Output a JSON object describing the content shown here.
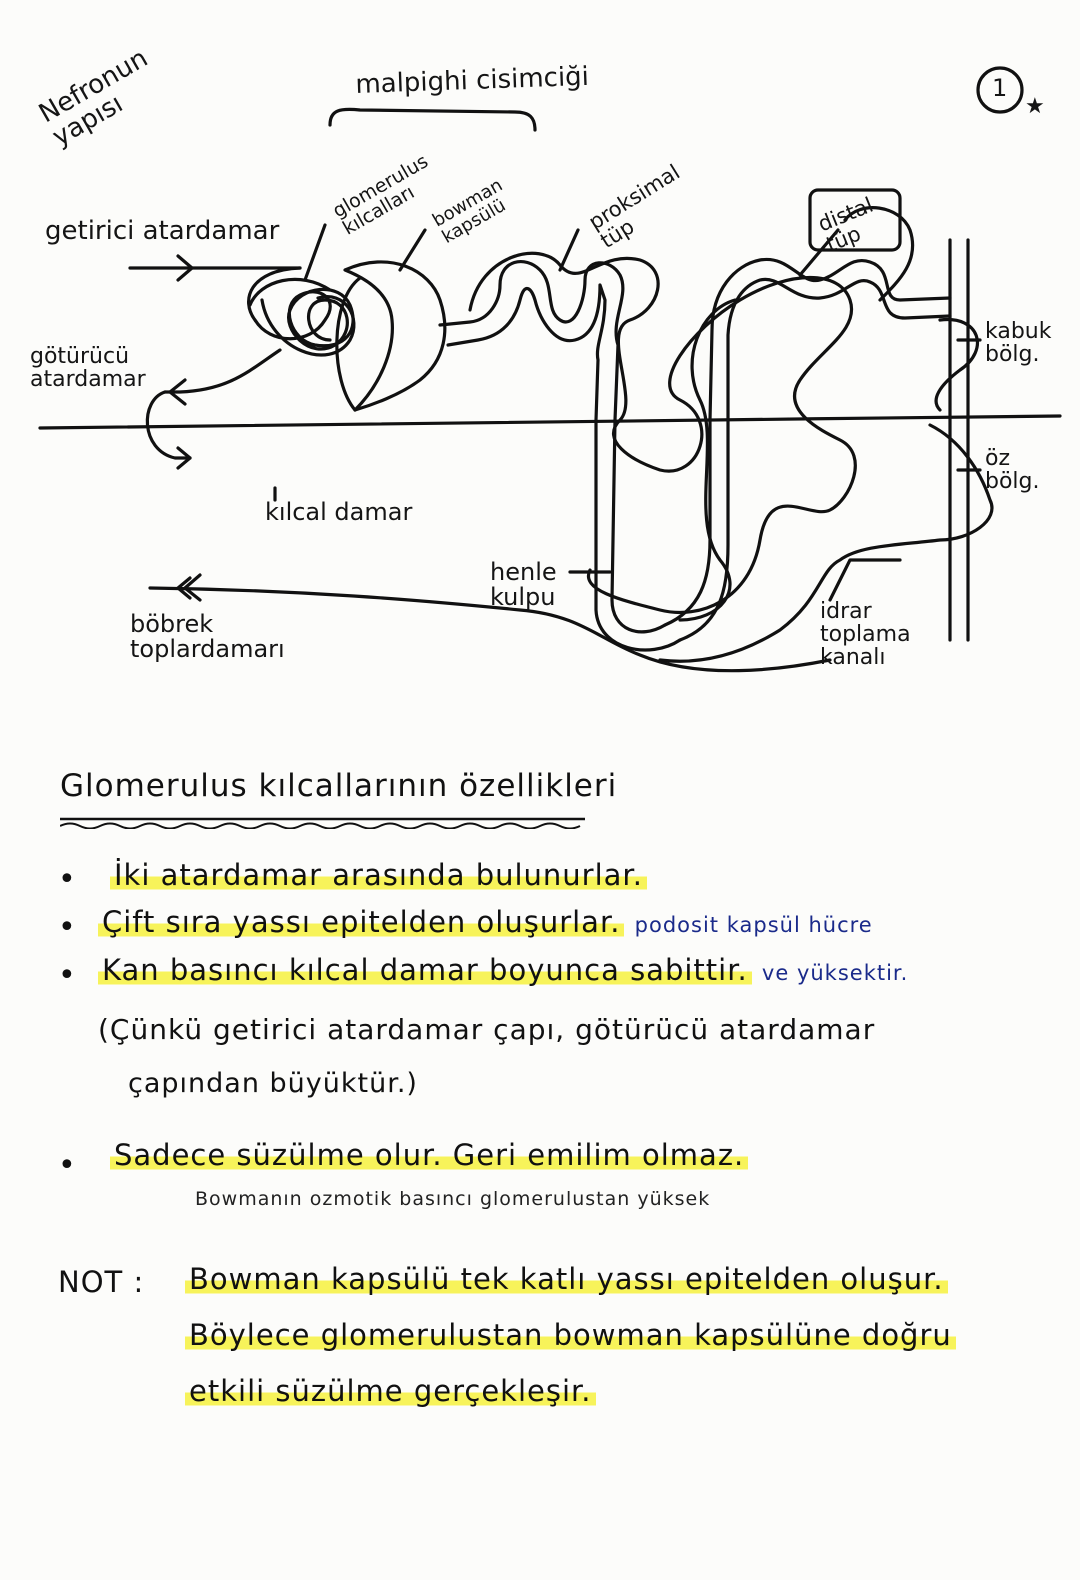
{
  "diagram": {
    "title": "Nefronun yapısı",
    "page_mark": "1",
    "star": "★",
    "labels": {
      "malpighi": "malpighi cisimciği",
      "glomerulus": "glomerulus kılcalları",
      "bowman": "bowman kapsülü",
      "proksimal": "proksimal tüp",
      "distal": "distal tüp",
      "getirici": "getirici atardamar",
      "goturucu": "götürücü atardamar",
      "kilcal": "kılcal damar",
      "kabuk": "kabuk bölg.",
      "oz": "öz bölg.",
      "henle": "henle kulpu",
      "bobrek": "böbrek toplardamarı",
      "idrar": "idrar toplama kanalı"
    }
  },
  "notes": {
    "heading": "Glomerulus kılcallarının özellikleri",
    "bullets": [
      {
        "text": "İki atardamar arasında bulunurlar."
      },
      {
        "text": "Çift sıra yassı epitelden oluşurlar.",
        "extra": "podosit kapsül hücre"
      },
      {
        "text": "Kan basıncı kılcal damar boyunca sabittir.",
        "extra": "ve yüksektir."
      },
      {
        "text": "(Çünkü getirici atardamar çapı, götürücü atardamar",
        "cont": "çapından büyüktür.)"
      },
      {
        "text": "Sadece süzülme olur. Geri emilim olmaz.",
        "sub": "Bowmanın ozmotik basıncı glomerulustan yüksek"
      }
    ],
    "note_label": "NOT :",
    "note_lines": [
      "Bowman kapsülü tek katlı yassı epitelden oluşur.",
      "Böylece glomerulustan bowman kapsülüne doğru",
      "etkili süzülme gerçekleşir."
    ]
  }
}
